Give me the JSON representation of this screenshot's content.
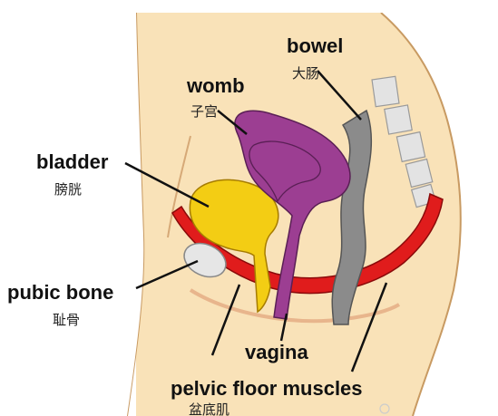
{
  "labels": {
    "bowel": {
      "en": "bowel",
      "zh": "大肠"
    },
    "womb": {
      "en": "womb",
      "zh": "子宫"
    },
    "bladder": {
      "en": "bladder",
      "zh": "膀胱"
    },
    "pubic_bone": {
      "en": "pubic bone",
      "zh": "耻骨"
    },
    "vagina": {
      "en": "vagina"
    },
    "pelvic_floor": {
      "en": "pelvic floor muscles",
      "zh": "盆底肌"
    }
  },
  "colors": {
    "skin": "#f9e2b8",
    "skin_outline": "#c89a62",
    "womb": "#9c3e92",
    "bladder": "#f3cd14",
    "bowel": "#8b8b8b",
    "spine": "#e3e3e3",
    "muscle": "#e01c1c",
    "pubic_bone": "#e6e6e6"
  }
}
